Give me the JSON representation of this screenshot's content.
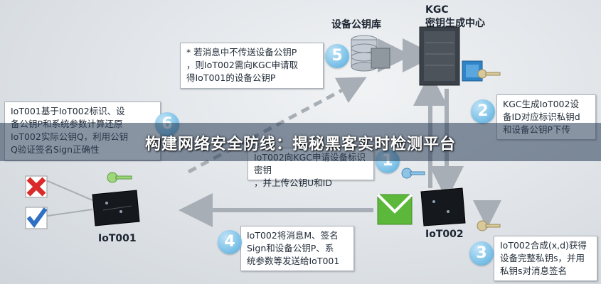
{
  "labels": {
    "device_pubkey_db": "设备公钥库",
    "kgc_line1": "KGC",
    "kgc_line2": "密钥生成中心",
    "iot001": "IoT001",
    "iot002": "IoT002"
  },
  "steps": {
    "step1": {
      "number": "1",
      "text": "IoT002向KGC申请设备标识密钥\n，并上传公钥U和ID"
    },
    "step2": {
      "number": "2",
      "text": "KGC生成IoT002设\n备ID对应标识私钥d\n和设备公钥P下传"
    },
    "step3": {
      "number": "3",
      "text": "IoT002合成(x,d)获得\n设备完整私钥s，并用\n私钥s对消息签名"
    },
    "step4": {
      "number": "4",
      "text": "IoT002将消息M、签名\nSign和设备公钥P、系\n统参数等发送给IoT001"
    },
    "step5": {
      "number": "5",
      "text": "* 若消息中不传送设备公钥P\n，则IoT002需向KGC申请取\n得IoT001的设备公钥P"
    },
    "step6": {
      "number": "6",
      "text": "IoT001基于IoT002标识、设\n备公钥P和系统参数计算还原\nIoT002实际公钥Q，利用公钥\nQ验证签名Sign正确性"
    }
  },
  "banner": {
    "title": "构建网络安全防线：揭秘黑客实时检测平台"
  },
  "colors": {
    "arrow": "#a8aeb5",
    "circle": "#7ec2e8",
    "reject": "#d92b2b",
    "accept": "#2f6fc4",
    "envelope": "#5cb83a"
  }
}
